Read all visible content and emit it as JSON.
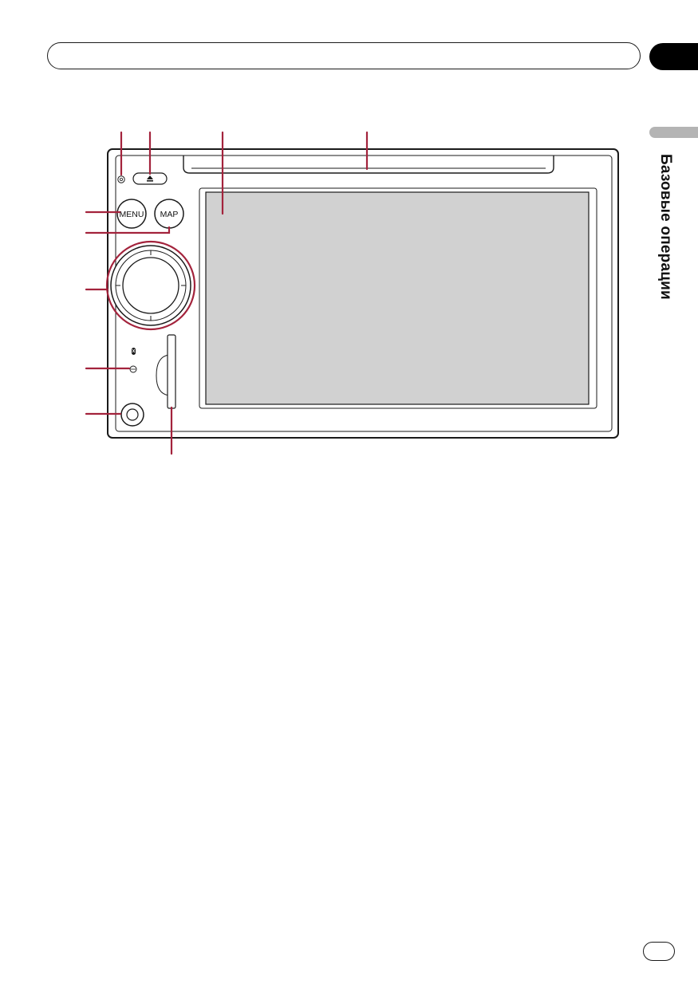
{
  "header": {
    "side_title": "Базовые операции",
    "page_number": ""
  },
  "device": {
    "menu_button_label": "MENU",
    "map_button_label": "MAP",
    "eject_icon": "eject-icon",
    "bluetooth_icon": "bluetooth-icon",
    "power_icon": "power-icon",
    "headphone_icon": "headphone-jack-icon"
  },
  "colors": {
    "callout": "#a3233c",
    "screen": "#d1d1d1",
    "outline": "#1a1a1a",
    "side_tab": "#b4b4b4"
  }
}
